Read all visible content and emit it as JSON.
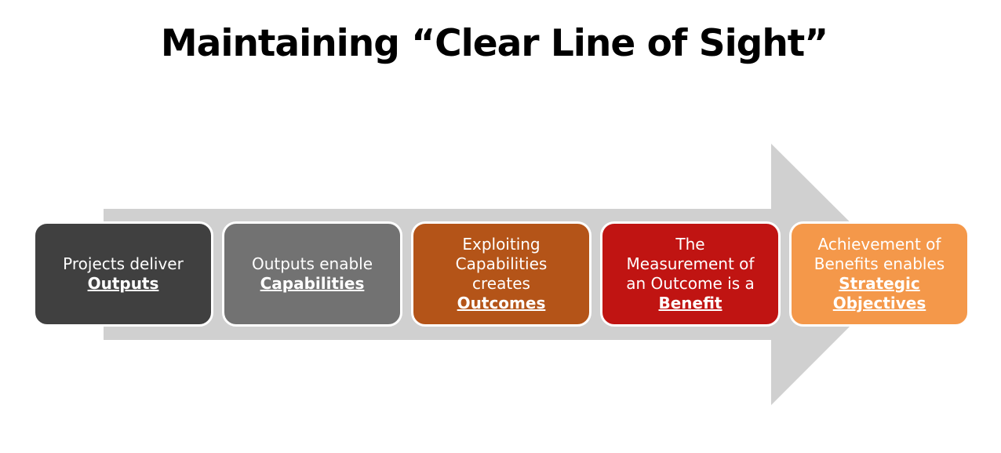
{
  "title": "Maintaining “Clear Line of Sight”",
  "colors": {
    "arrow": "#d0d0d0",
    "step1": "#404040",
    "step2": "#727272",
    "step3": "#b45418",
    "step4": "#c01412",
    "step5": "#f4984a",
    "border": "#ffffff"
  },
  "steps": [
    {
      "text": "Projects deliver",
      "key": "Outputs"
    },
    {
      "text": "Outputs enable",
      "key": "Capabilities"
    },
    {
      "text": "Exploiting\nCapabilities\ncreates",
      "key": "Outcomes"
    },
    {
      "text": "The\nMeasurement of\nan Outcome is a",
      "key": "Benefit"
    },
    {
      "text": "Achievement of\nBenefits enables",
      "key": "Strategic\nObjectives"
    }
  ]
}
